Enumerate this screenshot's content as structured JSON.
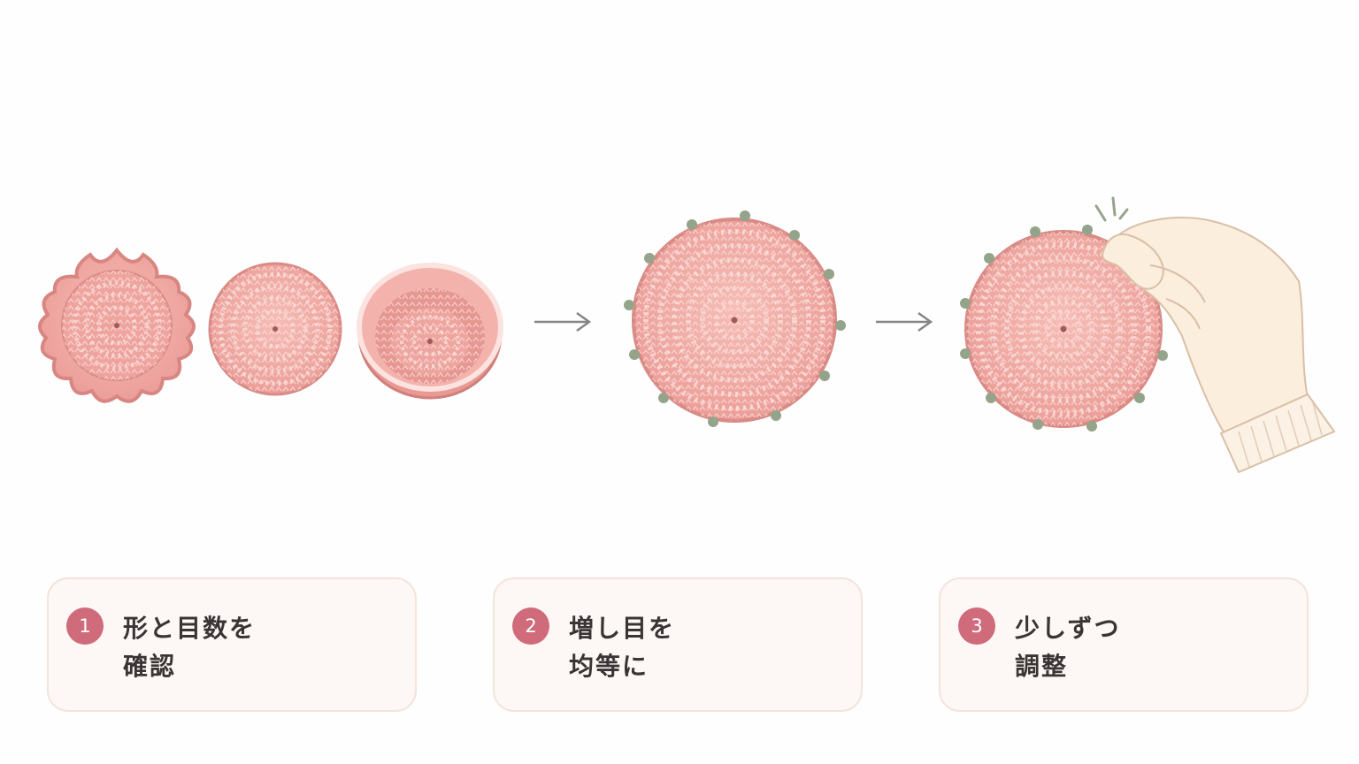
{
  "steps": [
    {
      "number": "1",
      "line1": "形と目数を",
      "line2": "確認"
    },
    {
      "number": "2",
      "line1": "増し目を",
      "line2": "均等に"
    },
    {
      "number": "3",
      "line1": "少しずつ",
      "line2": "調整"
    }
  ],
  "illustrations": {
    "step1": [
      "ruffled-circle",
      "flat-circle",
      "cupped-bowl"
    ],
    "step2": "circle-with-markers",
    "step3": "circle-adjusted-by-hand"
  },
  "colors": {
    "yarn": "#f0a9a4",
    "yarn_dark": "#d9807f",
    "marker": "#94a48a",
    "badge": "#cf6b7a",
    "card_bg": "#fdf8f5",
    "card_border": "#f3e4dc",
    "hand": "#fbeedd"
  }
}
